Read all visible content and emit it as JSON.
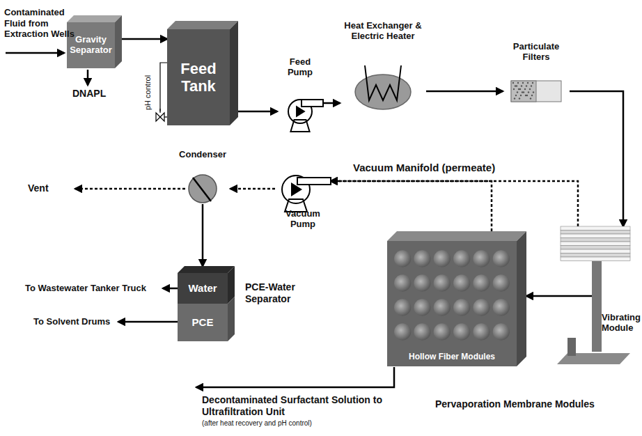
{
  "diagram": {
    "nodes": [
      {
        "text": [
          "Gravity Separator"
        ]
      },
      {
        "text": [
          "Feed Tank"
        ]
      },
      {
        "text": [
          "Feed Pump"
        ]
      },
      {
        "text": [
          "Heat Exchanger & Electric Heater"
        ]
      },
      {
        "text": [
          "Particulate Filters"
        ]
      },
      {
        "text": [
          "Condenser"
        ]
      },
      {
        "text": [
          "Vacuum Pump"
        ]
      },
      {
        "text": [
          "Water"
        ]
      },
      {
        "text": [
          "PCE"
        ]
      },
      {
        "text": [
          "Hollow Fiber Modules"
        ]
      },
      {
        "text": [
          "Vibrating Module"
        ]
      }
    ],
    "edges": [
      {
        "from": 0,
        "to": 1,
        "arrow": "to"
      },
      {
        "from": 1,
        "to": 2,
        "arrow": "to"
      },
      {
        "from": 2,
        "to": 3,
        "arrow": "to"
      },
      {
        "from": 3,
        "to": 4,
        "arrow": "to"
      },
      {
        "from": 4,
        "to": 10,
        "arrow": "to"
      },
      {
        "from": 10,
        "to": 9,
        "arrow": "to"
      },
      {
        "from": 10,
        "to": 6,
        "label": "Vacuum Manifold (permeate)",
        "arrow": "to"
      },
      {
        "from": 9,
        "to": 6,
        "arrow": "to"
      },
      {
        "from": 6,
        "to": 5,
        "arrow": "to"
      },
      {
        "from": 5,
        "to": 7,
        "arrow": "to"
      }
    ],
    "labels": [
      "Contaminated Fluid from Extraction Wells",
      "DNAPL",
      "pH control",
      "Vent",
      "To Wastewater Tanker Truck",
      "To Solvent Drums",
      "PCE-Water Separator",
      "Decontaminated Surfactant Solution to Ultrafiltration Unit",
      "(after heat recovery and pH control)",
      "Pervaporation Membrane Modules"
    ]
  }
}
